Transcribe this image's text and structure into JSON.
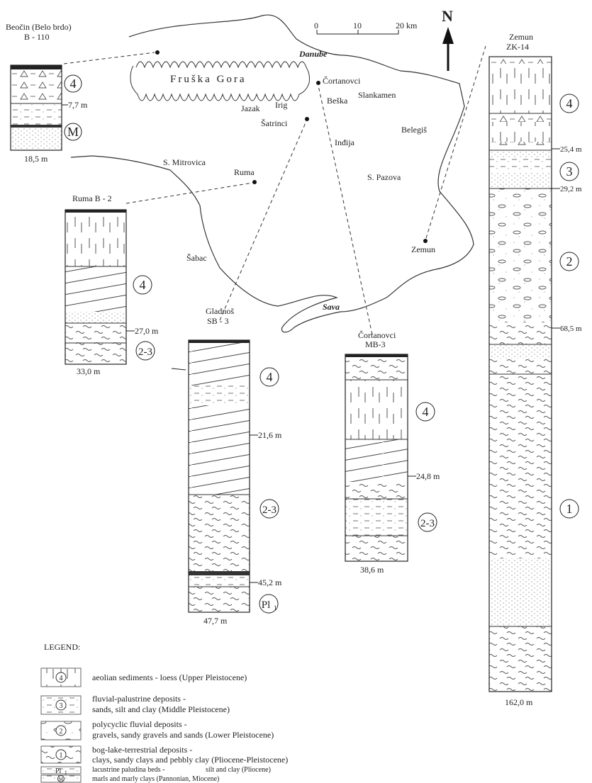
{
  "map": {
    "region_label": "Fruška Gora",
    "rivers": {
      "danube": "Danube",
      "sava": "Sava"
    },
    "towns": {
      "cortanovci": "Čortanovci",
      "beska": "Beška",
      "slankamen": "Slankamen",
      "jazak": "Jazak",
      "irig": "Irig",
      "satrinci": "Šatrinci",
      "indjija": "Inđija",
      "belegis": "Belegiš",
      "s_mitrovica": "S. Mitrovica",
      "ruma": "Ruma",
      "s_pazova": "S. Pazova",
      "zemun": "Zemun",
      "sabac": "Šabac"
    },
    "scale": {
      "t0": "0",
      "t10": "10",
      "t20": "20 km"
    },
    "north": "N"
  },
  "columns": {
    "beocin": {
      "title1": "Beočin (Belo brdo)",
      "title2": "B - 110",
      "depth": "18,5 m",
      "mark_7": "7,7 m",
      "unit_a": "4",
      "unit_b": "M"
    },
    "ruma": {
      "title1": "Ruma B - 2",
      "depth": "33,0 m",
      "mark_27": "27,0 m",
      "unit_a": "4",
      "unit_b": "2-3"
    },
    "gladnos": {
      "title1": "Gladnoš",
      "title2": "SB - 3",
      "depth": "47,7 m",
      "mark_21": "21,6 m",
      "mark_45": "45,2 m",
      "unit_a": "4",
      "unit_b": "2-3",
      "unit_c": "Pl",
      "unit_c_sub": "1"
    },
    "cortanovci": {
      "title1": "Čortanovci",
      "title2": "MB-3",
      "depth": "38,6 m",
      "mark_24": "24,8 m",
      "unit_a": "4",
      "unit_b": "2-3"
    },
    "zemun": {
      "title1": "Zemun",
      "title2": "ZK-14",
      "depth": "162,0 m",
      "mark_25": "25,4 m",
      "mark_29": "29,2 m",
      "mark_68": "68,5 m",
      "unit_a": "4",
      "unit_b": "3",
      "unit_c": "2",
      "unit_d": "1"
    }
  },
  "legend": {
    "title": "LEGEND:",
    "items": [
      {
        "symbol": "4",
        "line1": "aeolian sediments - loess (Upper Pleistocene)",
        "line2": ""
      },
      {
        "symbol": "3",
        "line1": "fluvial-palustrine deposits -",
        "line2": "sands, silt and clay (Middle Pleistocene)"
      },
      {
        "symbol": "2",
        "line1": "polycyclic fluvial deposits -",
        "line2": "gravels, sandy gravels and sands (Lower Pleistocene)"
      },
      {
        "symbol": "1",
        "line1": "bog-lake-terrestrial deposits -",
        "line2": "clays, sandy clays and pebbly clay (Pliocene-Pleistocene)"
      },
      {
        "symbol": "Pl",
        "symbol_sub": "1",
        "line1": "lacustrine paludina beds -",
        "line2": "silt and clay (Pliocene)"
      },
      {
        "symbol": "M",
        "line1": "marls and marly clays (Pannonian, Miocene)",
        "line2": ""
      }
    ]
  }
}
